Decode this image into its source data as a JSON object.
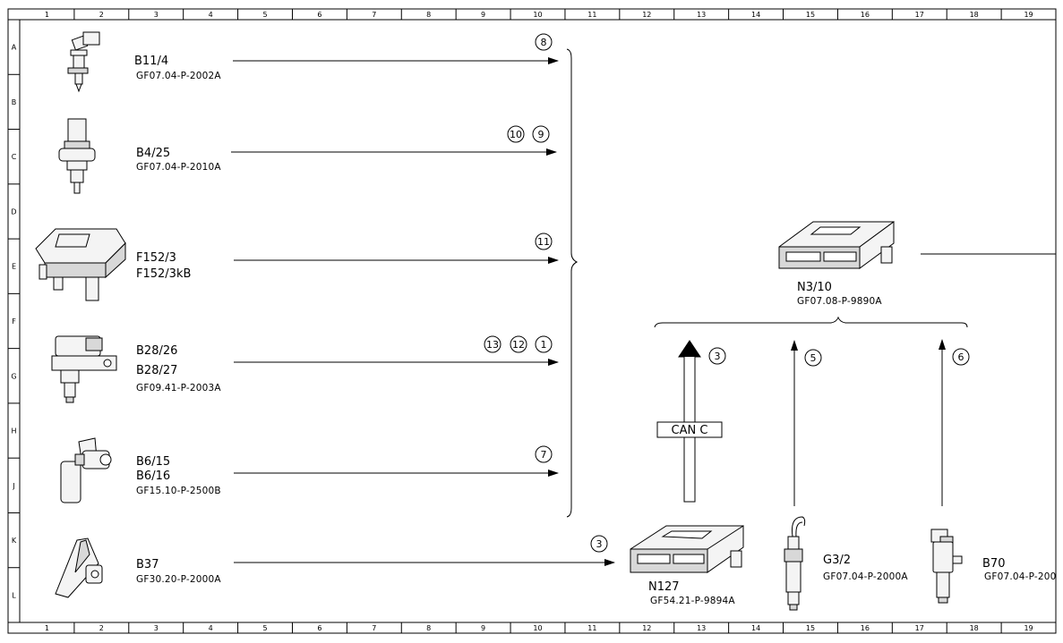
{
  "grid": {
    "columns": [
      "1",
      "2",
      "3",
      "4",
      "5",
      "6",
      "7",
      "8",
      "9",
      "10",
      "11",
      "12",
      "13",
      "14",
      "15",
      "16",
      "17",
      "18",
      "19"
    ],
    "rows": [
      "A",
      "B",
      "C",
      "D",
      "E",
      "F",
      "G",
      "H",
      "J",
      "K",
      "L"
    ]
  },
  "inputs": [
    {
      "id": "b11_4",
      "label1": "B11/4",
      "label2": "",
      "ref": "GF07.04-P-2002A",
      "callouts": [
        "8"
      ],
      "icon": "coolant-temp-sensor-icon"
    },
    {
      "id": "b4_25",
      "label1": "B4/25",
      "label2": "",
      "ref": "GF07.04-P-2010A",
      "callouts": [
        "10",
        "9"
      ],
      "icon": "pressure-sensor-icon"
    },
    {
      "id": "f152_3",
      "label1": "F152/3",
      "label2": "F152/3kB",
      "ref": "",
      "callouts": [
        "11"
      ],
      "icon": "fuse-box-icon"
    },
    {
      "id": "b28",
      "label1": "B28/26",
      "label2": "B28/27",
      "ref": "GF09.41-P-2003A",
      "callouts": [
        "13",
        "12",
        "1"
      ],
      "icon": "boost-pressure-sensor-icon"
    },
    {
      "id": "b6",
      "label1": "B6/15",
      "label2": "B6/16",
      "ref": "GF15.10-P-2500B",
      "callouts": [
        "7"
      ],
      "icon": "camshaft-sensor-icon"
    },
    {
      "id": "b37",
      "label1": "B37",
      "label2": "",
      "ref": "GF30.20-P-2000A",
      "callouts": [
        "3"
      ],
      "icon": "accelerator-pedal-sensor-icon"
    }
  ],
  "n3_10": {
    "label": "N3/10",
    "ref": "GF07.08-P-9890A"
  },
  "n127": {
    "label": "N127",
    "ref": "GF54.21-P-9894A"
  },
  "g3_2": {
    "label": "G3/2",
    "ref": "GF07.04-P-2000A"
  },
  "b70": {
    "label": "B70",
    "ref": "GF07.04-P-200"
  },
  "can": {
    "label": "CAN C",
    "callout": "3"
  },
  "g3_callout": "5",
  "b70_callout": "6"
}
